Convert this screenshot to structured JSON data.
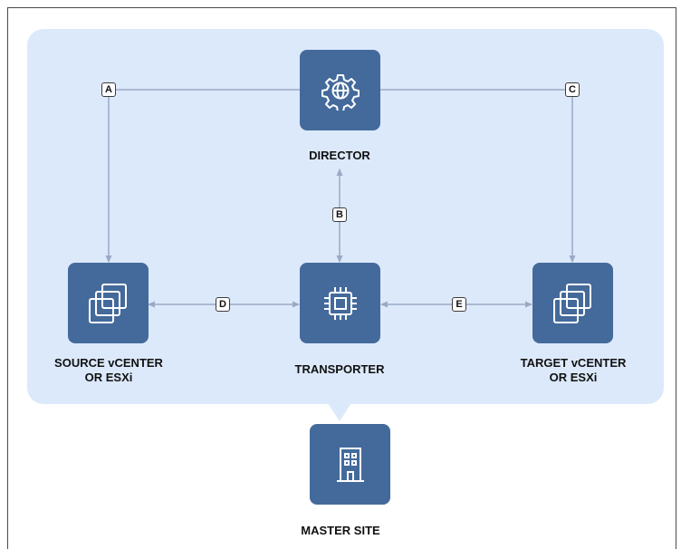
{
  "nodes": {
    "director": {
      "label": "DIRECTOR",
      "icon": "gear-globe-icon"
    },
    "source": {
      "label": "SOURCE vCENTER\nOR ESXi",
      "icon": "vcenter-windows-icon"
    },
    "transporter": {
      "label": "TRANSPORTER",
      "icon": "chip-icon"
    },
    "target": {
      "label": "TARGET vCENTER\nOR ESXi",
      "icon": "vcenter-windows-icon"
    },
    "master": {
      "label": "MASTER SITE",
      "icon": "building-icon"
    }
  },
  "connections": {
    "a": "A",
    "b": "B",
    "c": "C",
    "d": "D",
    "e": "E"
  },
  "colors": {
    "node_fill": "#446a9b",
    "region_fill": "#dce9fb",
    "connector": "#9aaac4"
  }
}
